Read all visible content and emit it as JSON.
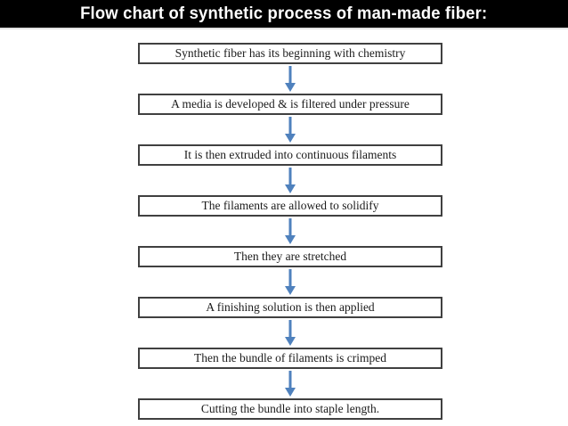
{
  "title": "Flow chart of synthetic process of man-made fiber:",
  "colors": {
    "header_bg": "#000000",
    "header_text": "#ffffff",
    "arrow": "#4f81bd",
    "box_border": "#404040",
    "box_text": "#1b1b1b",
    "slide_bg": "#ffffff"
  },
  "icons": {
    "connector": "down-arrow"
  },
  "flowchart": {
    "steps": [
      "Synthetic fiber has its beginning with chemistry",
      "A media is developed & is filtered under pressure",
      "It is then extruded into continuous filaments",
      "The filaments are allowed to solidify",
      "Then they are stretched",
      "A finishing solution is then applied",
      "Then the bundle of filaments is crimped",
      "Cutting the bundle into staple length."
    ]
  }
}
